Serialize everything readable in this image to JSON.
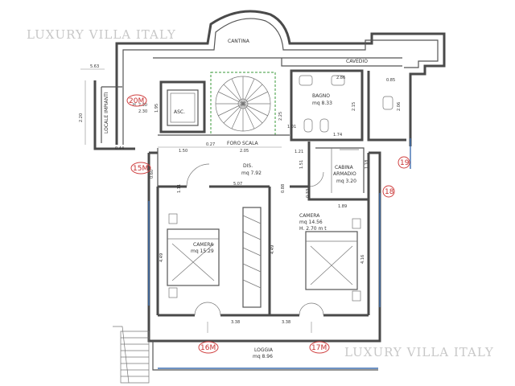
{
  "watermark": "LUXURY VILLA ITALY",
  "rooms": {
    "cantina": "CANTINA",
    "cavedio": "CAVEDIO",
    "bagno": "BAGNO",
    "bagno_area": "mq 8.33",
    "asc": "ASC.",
    "locale_impianti": "LOCALE IMPIANTI",
    "locale_impianti_h": "H. 2.30",
    "foro_scala": "FORO SCALA",
    "dis": "DIS.",
    "dis_area": "mq 7.92",
    "cabina_armadio_1": "CABINA",
    "cabina_armadio_2": "ARMADIO",
    "cabina_area": "mq 3.20",
    "camera_left": "CAMERA",
    "camera_left_area": "mq 15.29",
    "camera_right": "CAMERA",
    "camera_right_area": "mq 14.56",
    "camera_right_h": "H. 2.70 m t",
    "loggia": "LOGGIA",
    "loggia_area": "mq 8.96"
  },
  "tags": {
    "t20m": "20M",
    "t15m": "15M",
    "t19": "19",
    "t18": "18",
    "t16m": "16M",
    "t17m": "17M"
  },
  "dims": {
    "d563": "5.63",
    "d220": "2.20",
    "d230a": "2.30",
    "d195": "1.95",
    "d225": "2.25",
    "d286": "2.86",
    "d085": "0.85",
    "d215": "2.15",
    "d206": "2.06",
    "d101": "1.01",
    "d174": "1.74",
    "d121": "1.21",
    "d150": "1.50",
    "d627": "0.27",
    "d205": "2.05",
    "d044": "0.44",
    "d060": "0.60",
    "d507": "5.07",
    "d151": "1.51",
    "d118": "1.18",
    "d033": "0.33",
    "d189": "1.89",
    "d449": "4.49",
    "d449b": "4.49",
    "d416": "4.16",
    "d338a": "3.38",
    "d338b": "3.38",
    "d088": "0.88",
    "d111": "1.11"
  },
  "colors": {
    "wall": "#4a4a4a",
    "window": "#3e6fb0",
    "tag_red": "#d04040",
    "stair_green": "#3a9a3a"
  }
}
